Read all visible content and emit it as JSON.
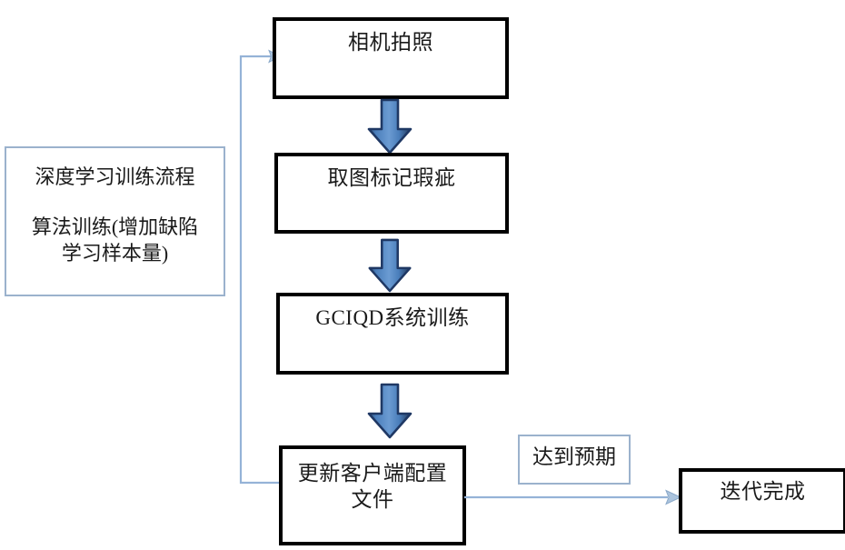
{
  "diagram": {
    "title": "深度学习训练流程",
    "colors": {
      "box_border": "#000000",
      "note_border": "#9bb2cd",
      "arrow_fill": "#4a7ebb",
      "arrow_fill_dark": "#1f3864",
      "connector_line": "#95b3d7",
      "background": "#ffffff",
      "text": "#1a1a1a"
    },
    "side_panel": {
      "name": "deep-learning-training-process-panel",
      "line_1": "深度学习训练流程",
      "line_2": "算法训练(增加缺陷\n学习样本量)"
    },
    "nodes": [
      {
        "id": "camera-capture",
        "label": "相机拍照"
      },
      {
        "id": "mark-defects",
        "label": "取图标记瑕疵"
      },
      {
        "id": "gciqd-system-training",
        "label": "GCIQD系统训练"
      },
      {
        "id": "update-client-config",
        "label": "更新客户端配置\n文件"
      },
      {
        "id": "iteration-complete",
        "label": "迭代完成"
      }
    ],
    "labels": [
      {
        "id": "meets-expectation",
        "label": "达到预期"
      }
    ],
    "arrows": [
      {
        "id": "camera-to-mark",
        "from": "camera-capture",
        "to": "mark-defects",
        "kind": "block-arrow-down"
      },
      {
        "id": "mark-to-gciqd",
        "from": "mark-defects",
        "to": "gciqd-system-training",
        "kind": "block-arrow-down"
      },
      {
        "id": "gciqd-to-update",
        "from": "gciqd-system-training",
        "to": "update-client-config",
        "kind": "block-arrow-down"
      },
      {
        "id": "update-to-done",
        "from": "update-client-config",
        "to": "iteration-complete",
        "kind": "line-arrow-right",
        "label": "达到预期"
      },
      {
        "id": "update-to-camera",
        "from": "update-client-config",
        "to": "camera-capture",
        "kind": "line-arrow-feedback"
      }
    ]
  }
}
